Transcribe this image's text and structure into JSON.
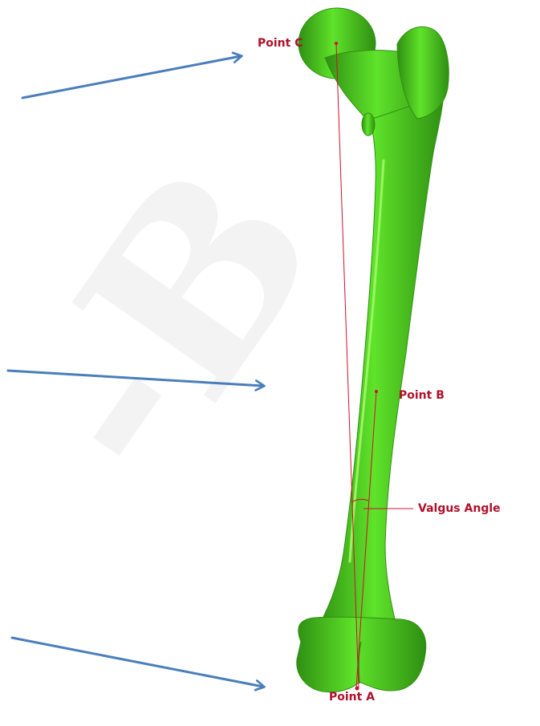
{
  "colors": {
    "bone": "#5fe32a",
    "bone_light": "#9af562",
    "bone_dark": "#2f8f12",
    "line": "#d0102a",
    "label": "#b0102a",
    "arrow": "#4a7ebb",
    "watermark": "#000000"
  },
  "labels": {
    "point_c": "Point C",
    "point_b": "Point B",
    "point_a": "Point A",
    "valgus_angle": "Valgus Angle"
  },
  "watermark": {
    "text": "-B"
  }
}
